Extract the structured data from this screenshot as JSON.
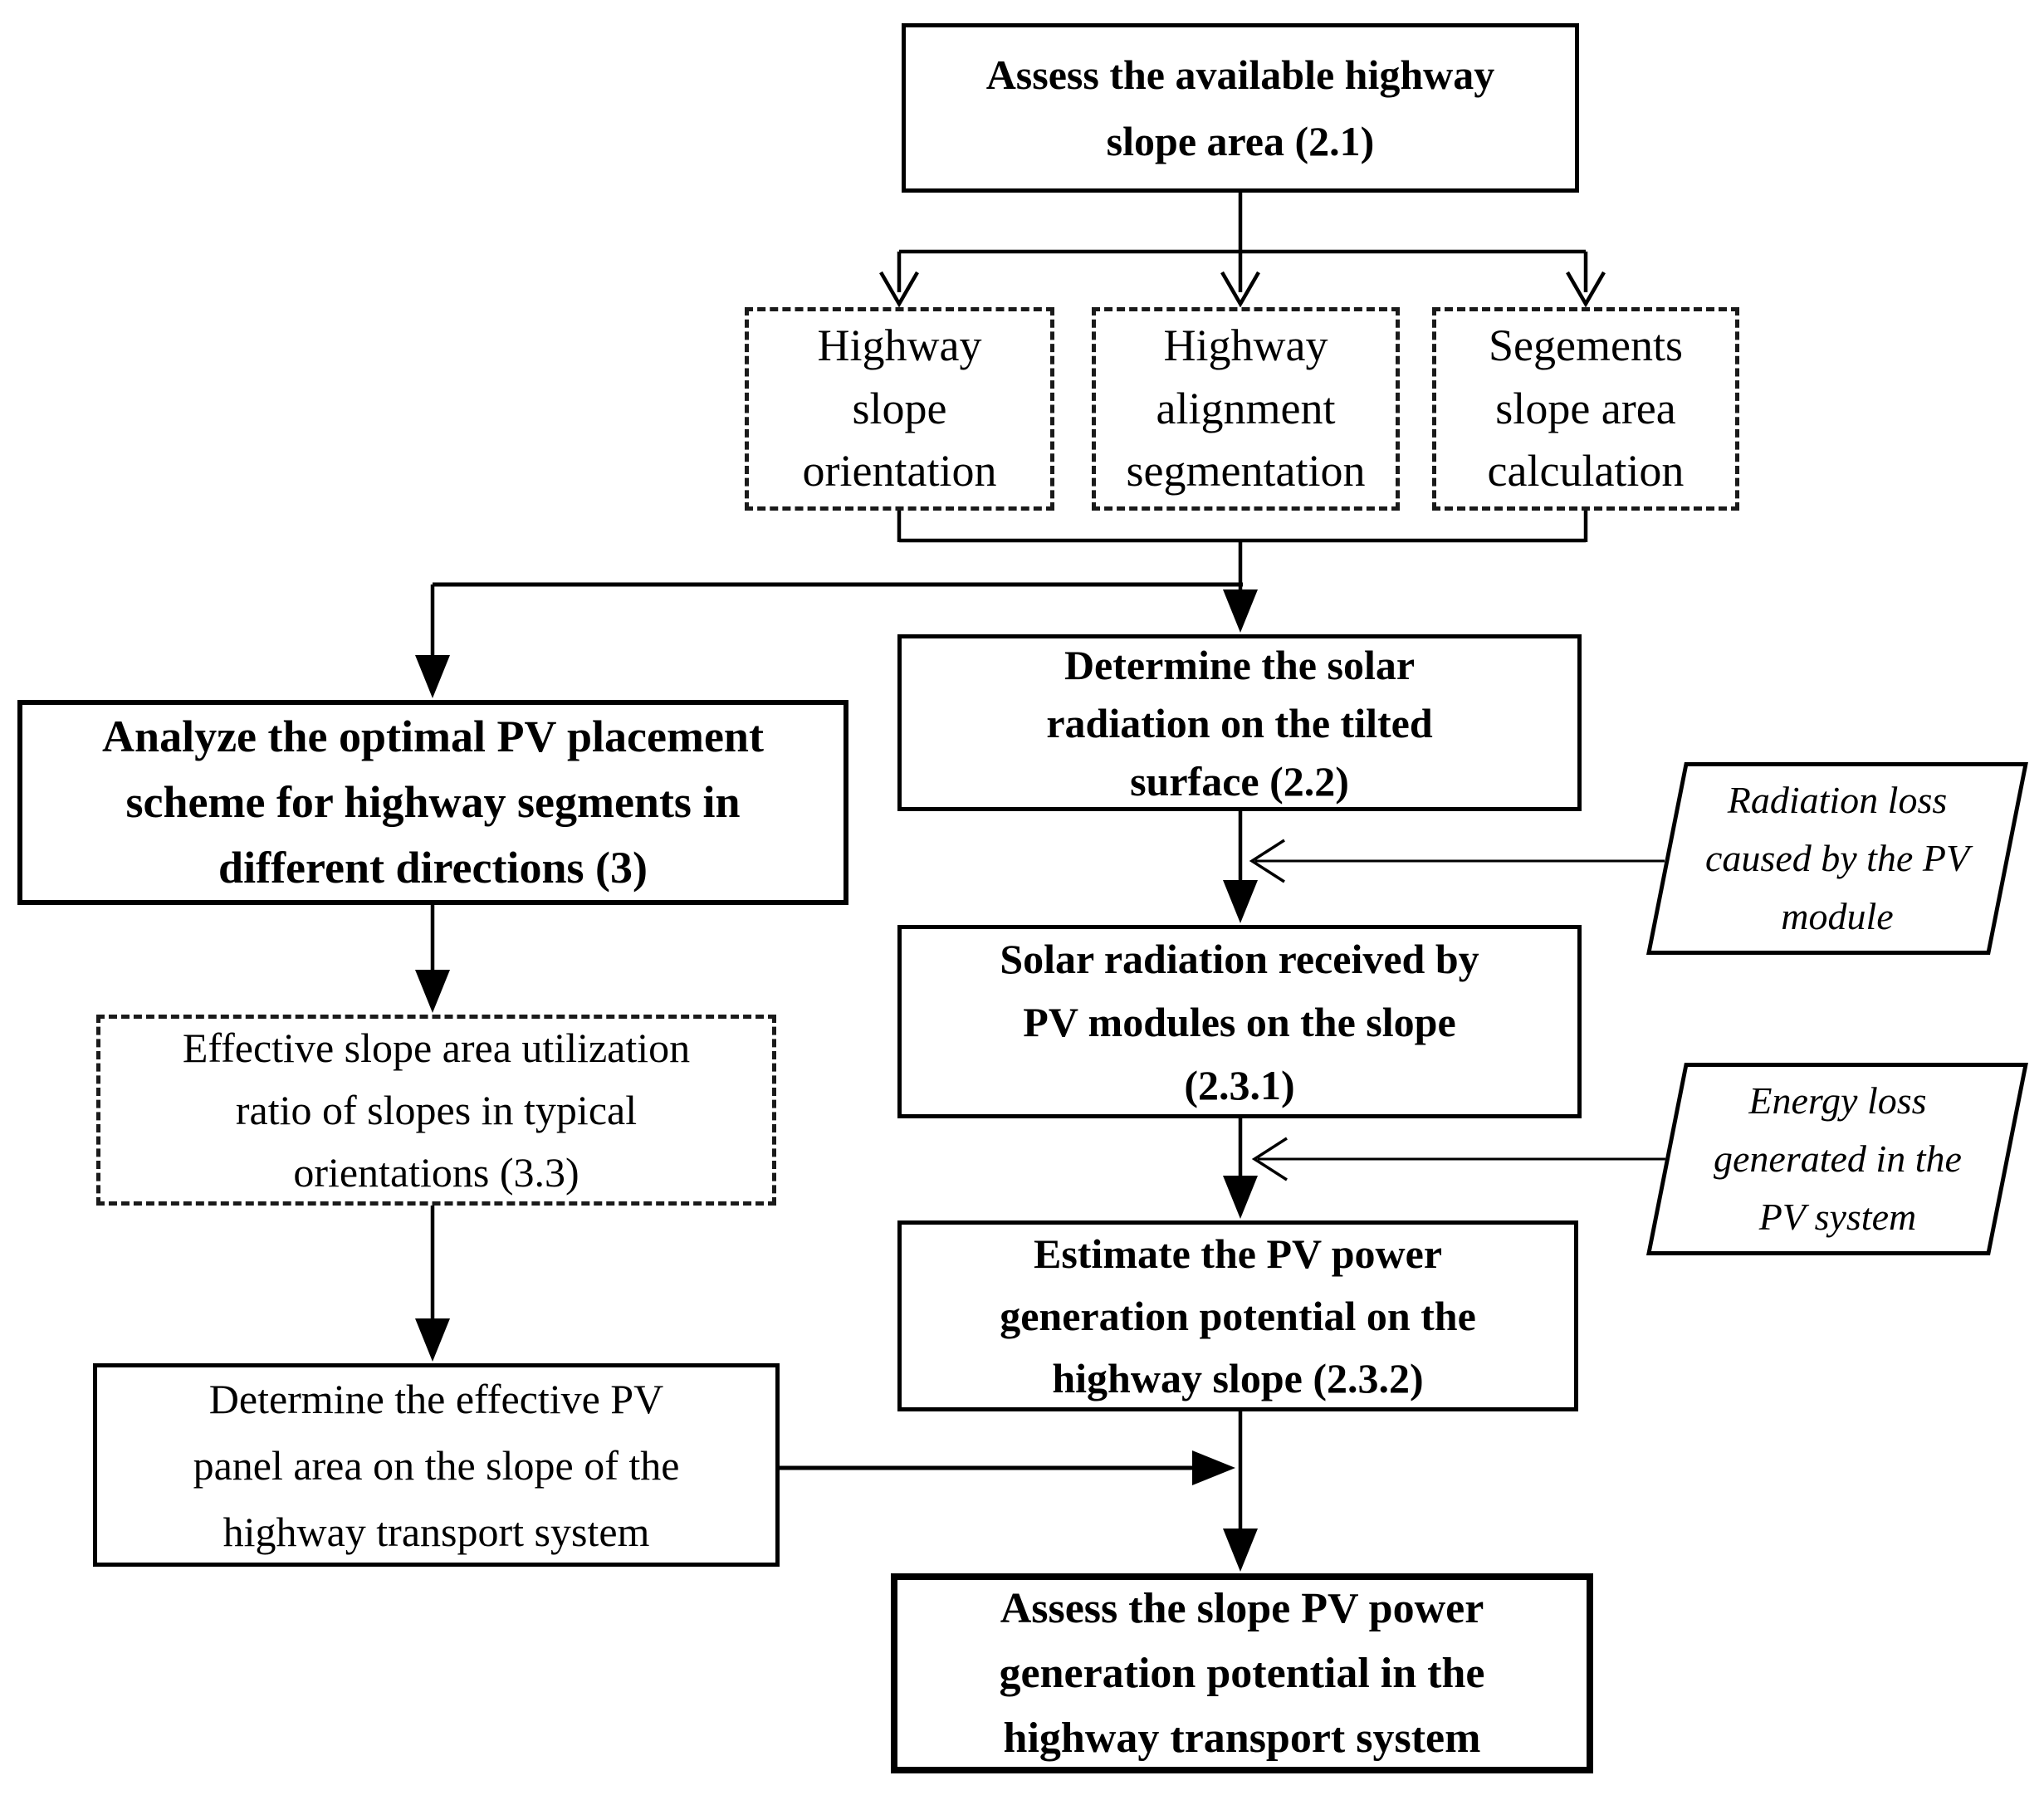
{
  "diagram": {
    "colors": {
      "ink": "#000000",
      "background": "#ffffff"
    },
    "nodes": {
      "assess_area": {
        "label": "Assess the available highway\nslope area (2.1)",
        "shape": "rect-solid",
        "emphasis": "bold"
      },
      "slope_orientation": {
        "label": "Highway\nslope\norientation",
        "shape": "rect-dashed",
        "emphasis": "regular"
      },
      "alignment_segmentation": {
        "label": "Highway\nalignment\nsegmentation",
        "shape": "rect-dashed",
        "emphasis": "regular"
      },
      "segments_calculation": {
        "label": "Segements\nslope area\ncalculation",
        "shape": "rect-dashed",
        "emphasis": "regular"
      },
      "optimal_placement": {
        "label": "Analyze the optimal PV placement\nscheme for highway segments in\ndifferent directions (3)",
        "shape": "rect-solid",
        "emphasis": "bold"
      },
      "tilted_radiation": {
        "label": "Determine the solar\nradiation on the tilted\nsurface (2.2)",
        "shape": "rect-solid",
        "emphasis": "bold"
      },
      "radiation_loss": {
        "label": "Radiation loss\ncaused by the PV\nmodule",
        "shape": "parallelogram",
        "emphasis": "italic"
      },
      "received_radiation": {
        "label": "Solar radiation received by\nPV modules on the slope\n(2.3.1)",
        "shape": "rect-solid",
        "emphasis": "bold"
      },
      "energy_loss": {
        "label": "Energy loss\ngenerated in the\nPV system",
        "shape": "parallelogram",
        "emphasis": "italic"
      },
      "utilization_ratio": {
        "label": "Effective slope area utilization\nratio of slopes in typical\norientations (3.3)",
        "shape": "rect-dashed",
        "emphasis": "regular"
      },
      "estimate_potential": {
        "label": "Estimate the PV power\ngeneration potential on the\nhighway slope (2.3.2)",
        "shape": "rect-solid",
        "emphasis": "bold"
      },
      "effective_area": {
        "label": "Determine the effective PV\npanel area on the slope of the\nhighway transport system",
        "shape": "rect-solid",
        "emphasis": "regular"
      },
      "assess_potential": {
        "label": "Assess the slope PV power\ngeneration potential in the\nhighway transport system",
        "shape": "rect-solid-thick",
        "emphasis": "bold"
      }
    },
    "edges": [
      {
        "from": "assess_area",
        "to": "slope_orientation",
        "arrowhead": "open"
      },
      {
        "from": "assess_area",
        "to": "alignment_segmentation",
        "arrowhead": "open"
      },
      {
        "from": "assess_area",
        "to": "segments_calculation",
        "arrowhead": "open"
      },
      {
        "from": "slope_orientation",
        "to": "tilted_radiation",
        "arrowhead": "solid"
      },
      {
        "from": "segments_calculation",
        "to": "tilted_radiation",
        "arrowhead": "solid"
      },
      {
        "from": "slope_orientation",
        "to": "optimal_placement",
        "arrowhead": "solid"
      },
      {
        "from": "segments_calculation",
        "to": "optimal_placement",
        "arrowhead": "solid"
      },
      {
        "from": "tilted_radiation",
        "to": "received_radiation",
        "arrowhead": "solid"
      },
      {
        "from": "radiation_loss",
        "to": "received_radiation",
        "arrowhead": "open"
      },
      {
        "from": "received_radiation",
        "to": "estimate_potential",
        "arrowhead": "solid"
      },
      {
        "from": "energy_loss",
        "to": "estimate_potential",
        "arrowhead": "open"
      },
      {
        "from": "optimal_placement",
        "to": "utilization_ratio",
        "arrowhead": "solid"
      },
      {
        "from": "utilization_ratio",
        "to": "effective_area",
        "arrowhead": "solid"
      },
      {
        "from": "estimate_potential",
        "to": "assess_potential",
        "arrowhead": "solid"
      },
      {
        "from": "effective_area",
        "to": "assess_potential",
        "arrowhead": "solid"
      }
    ]
  }
}
